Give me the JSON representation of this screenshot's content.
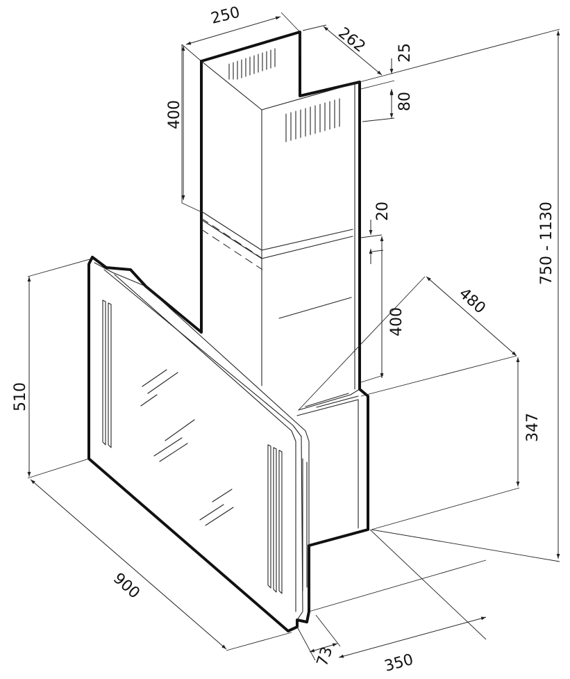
{
  "dimensions": {
    "chimney_width": "250",
    "chimney_depth": "262",
    "top_offset": "25",
    "vent_height": "80",
    "upper_chimney_height": "400",
    "overlap": "20",
    "lower_chimney_height": "400",
    "total_height": "750 - 1130",
    "hood_depth": "480",
    "body_height": "347",
    "glass_height": "510",
    "width": "900",
    "glass_offset": "73",
    "body_depth": "350"
  },
  "colors": {
    "line": "#111111",
    "background": "#ffffff"
  }
}
